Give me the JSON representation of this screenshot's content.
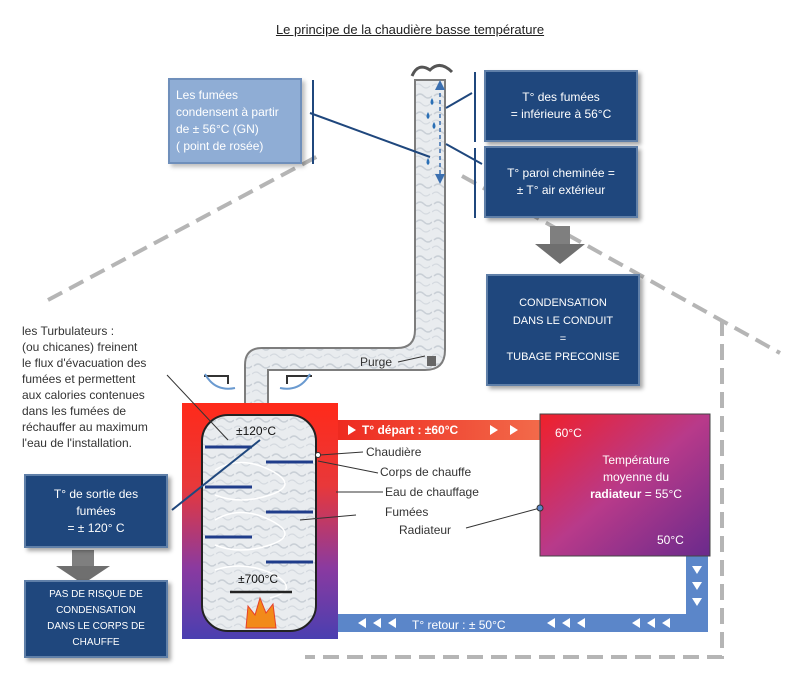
{
  "title": "Le principe de la chaudière basse température",
  "boxes": {
    "condense_lines": [
      "Les fumées",
      "condensent à partir",
      "de ± 56°C (GN)",
      "( point de rosée)"
    ],
    "fumes_temp_lines": [
      "T° des fumées",
      "= inférieure à 56°C"
    ],
    "wall_temp_lines": [
      "T° paroi cheminée =",
      "± T° air extérieur"
    ],
    "condensation_lines": [
      "CONDENSATION",
      "DANS LE CONDUIT",
      "=",
      "TUBAGE PRECONISE"
    ],
    "exit_temp_lines": [
      "T° de sortie des",
      "fumées",
      "= ± 120° C"
    ],
    "no_risk_lines": [
      "PAS DE RISQUE DE",
      "CONDENSATION",
      "DANS LE CORPS DE",
      "CHAUFFE"
    ]
  },
  "turbulators_lines": [
    "les Turbulateurs :",
    "(ou chicanes)  freinent",
    "le flux d'évacuation des",
    "fumées et permettent",
    "aux calories contenues",
    "dans les fumées de",
    "réchauffer au maximum",
    "l'eau de l'installation."
  ],
  "labels": {
    "purge": "Purge",
    "boiler": "Chaudière",
    "body": "Corps de chauffe",
    "water": "Eau de chauffage",
    "fumes": "Fumées",
    "radiator": "Radiateur"
  },
  "boiler": {
    "top_temp": "±120°C",
    "bottom_temp": "±700°C"
  },
  "pipes": {
    "supply": "T° départ : ±60°C",
    "return": "T° retour : ± 50°C"
  },
  "radiator": {
    "top_temp": "60°C",
    "bottom_temp": "50°C",
    "text_line1": "Température",
    "text_line2": "moyenne du",
    "text_bold": "radiateur",
    "text_value": "= 55°C"
  },
  "colors": {
    "box_dark": "#1f477d",
    "box_light": "#8fadd5",
    "pipe_blue": "#5b86c9",
    "pipe_red": "#e23a22"
  }
}
